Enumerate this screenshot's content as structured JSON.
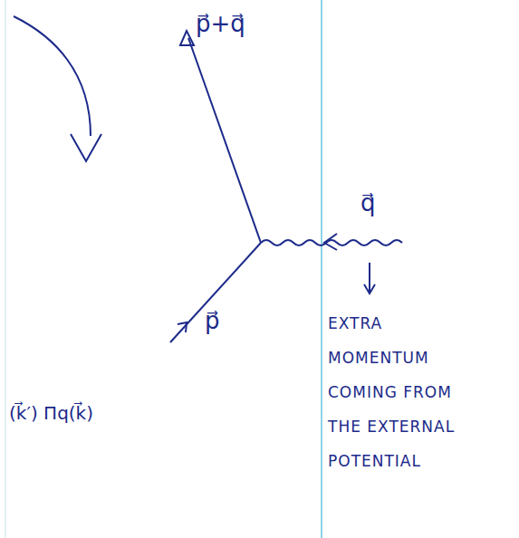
{
  "diagram": {
    "labels": [
      "p⃗+q⃗",
      "q⃗",
      "p⃗",
      "EXTRA MOMENTUM COMING FROM THE EXTERNAL POTENTIAL",
      "(k⃗′) Πq(k⃗)"
    ]
  }
}
